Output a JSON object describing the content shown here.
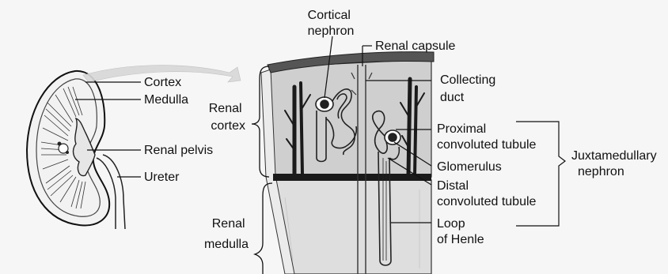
{
  "labels": {
    "cortex": "Cortex",
    "medulla": "Medulla",
    "renal_pelvis": "Renal pelvis",
    "ureter": "Ureter",
    "cortical_nephron": [
      "Cortical",
      "nephron"
    ],
    "renal_capsule": "Renal capsule",
    "collecting_duct": [
      "Collecting",
      "duct"
    ],
    "renal_cortex": [
      "Renal",
      "cortex"
    ],
    "proximal_tubule": [
      "Proximal",
      "convoluted tubule"
    ],
    "glomerulus": "Glomerulus",
    "distal_tubule": [
      "Distal",
      "convoluted tubule"
    ],
    "loop_of_henle": [
      "Loop",
      "of Henle"
    ],
    "juxtamedullary_nephron": [
      "Juxtamedullary",
      "nephron"
    ],
    "renal_medulla": [
      "Renal",
      "medulla"
    ]
  },
  "colors": {
    "background": "#f6f6f6",
    "capsule": "#555555",
    "cortex_fill": "#cfcfcf",
    "medulla_fill": "#dedede",
    "vessel": "#1a1a1a",
    "line": "#111111"
  }
}
